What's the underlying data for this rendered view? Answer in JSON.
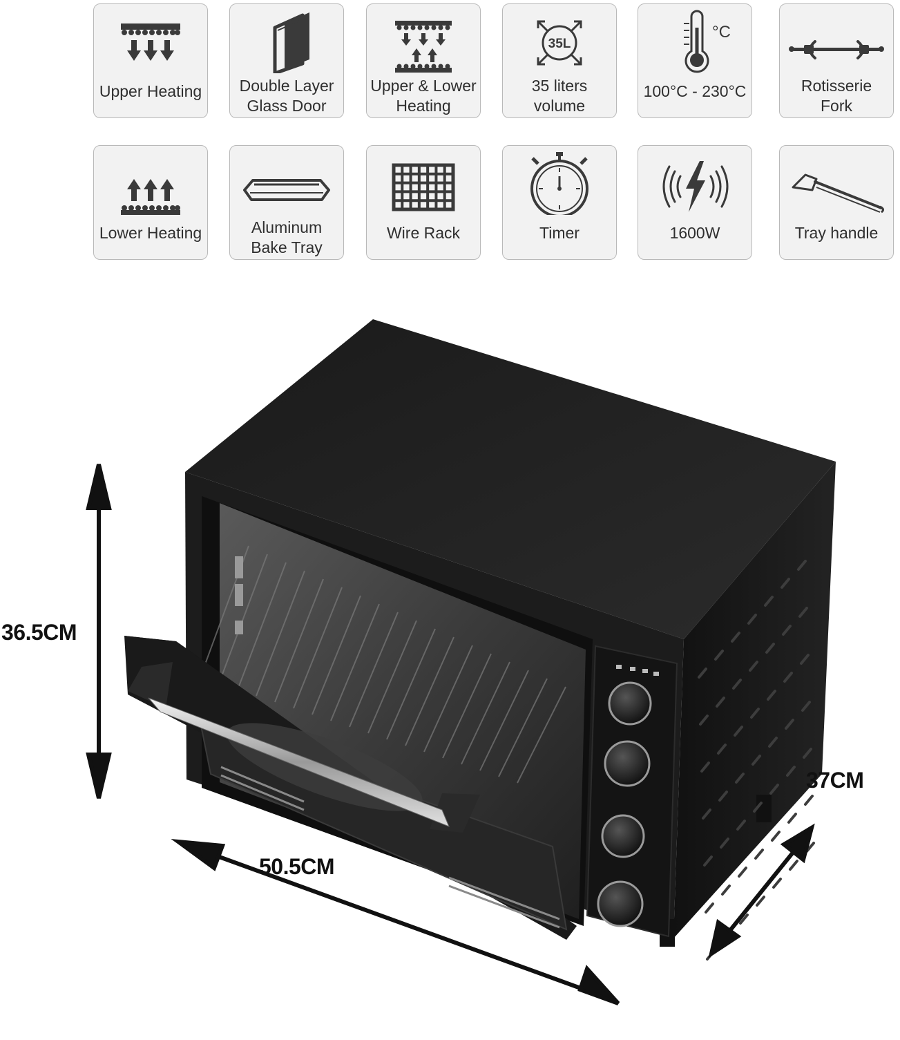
{
  "features": [
    {
      "icon": "upper-heating-icon",
      "label": "Upper Heating"
    },
    {
      "icon": "glass-door-icon",
      "label": "Double Layer\nGlass Door"
    },
    {
      "icon": "upper-lower-heating-icon",
      "label": "Upper & Lower\nHeating"
    },
    {
      "icon": "volume-icon",
      "icon_text": "35L",
      "label": "35 liters\nvolume"
    },
    {
      "icon": "thermometer-icon",
      "icon_text": "°C",
      "label": "100°C - 230°C"
    },
    {
      "icon": "rotisserie-fork-icon",
      "label": "Rotisserie\nFork"
    },
    {
      "icon": "lower-heating-icon",
      "label": "Lower Heating"
    },
    {
      "icon": "bake-tray-icon",
      "label": "Aluminum\nBake Tray"
    },
    {
      "icon": "wire-rack-icon",
      "label": "Wire Rack"
    },
    {
      "icon": "timer-icon",
      "label": "Timer"
    },
    {
      "icon": "power-icon",
      "label": "1600W"
    },
    {
      "icon": "tray-handle-icon",
      "label": "Tray handle"
    }
  ],
  "dimensions": {
    "height": "36.5CM",
    "width": "50.5CM",
    "depth": "37CM"
  },
  "colors": {
    "tile_bg": "#f2f2f2",
    "tile_border": "#b9b9b9",
    "icon": "#3a3a3a",
    "oven_body": "#1c1c1c"
  }
}
